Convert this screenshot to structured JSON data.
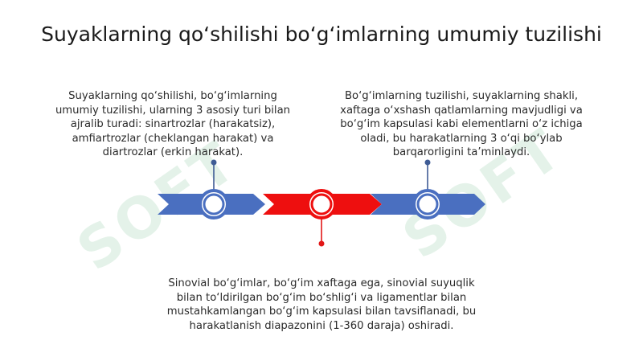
{
  "title": "Suyaklarning qo‘shilishi bo‘g‘imlarning umumiy tuzilishi",
  "watermark_text": "SOFT",
  "colors": {
    "blue": "#4a6fc0",
    "red": "#ee0f0f",
    "connector_blue": "#3f5c95",
    "connector_red": "#e21717",
    "watermark": "#cfe9d8"
  },
  "timeline": {
    "points": [
      {
        "id": "left",
        "color": "blue",
        "text": [
          "Suyaklarning qo‘shilishi, bo‘g‘imlarning",
          "umumiy tuzilishi, ularning 3 asosiy turi bilan",
          "ajralib turadi: sinartrozlar (harakatsiz),",
          "amfiartrozlar (cheklangan harakat) va",
          "diartrozlar (erkin harakat)."
        ]
      },
      {
        "id": "middle",
        "color": "red",
        "text": [
          "Sinovial bo‘g‘imlar, bo‘g‘im xaftaga ega, sinovial suyuqlik",
          "bilan to‘ldirilgan bo‘g‘im bo‘shlig‘i va ligamentlar bilan",
          "mustahkamlangan bo‘g‘im kapsulasi bilan tavsiflanadi, bu",
          "harakatlanish diapazonini (1-360 daraja) oshiradi."
        ]
      },
      {
        "id": "right",
        "color": "blue",
        "text": [
          "Bo‘g‘imlarning tuzilishi, suyaklarning shakli,",
          "xaftaga o‘xshash qatlamlarning mavjudligi va",
          "bo‘g‘im kapsulasi kabi elementlarni o‘z ichiga",
          "oladi, bu harakatlarning 3 o‘qi bo‘ylab",
          "barqarorligini ta’minlaydi."
        ]
      }
    ]
  }
}
